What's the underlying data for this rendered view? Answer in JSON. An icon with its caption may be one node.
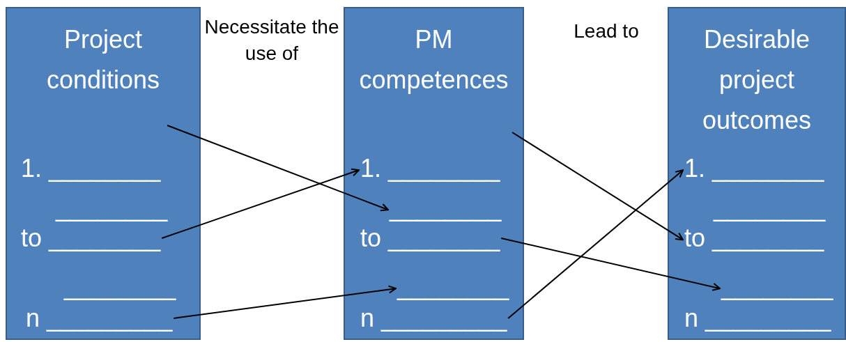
{
  "diagram": {
    "nodes": [
      {
        "text": [
          "Project conditions"
        ]
      },
      {
        "text": [
          "1. ________"
        ],
        "in": 0
      },
      {
        "text": [
          "________"
        ],
        "in": 0
      },
      {
        "text": [
          "to ________"
        ],
        "in": 0
      },
      {
        "text": [
          "________"
        ],
        "in": 0
      },
      {
        "text": [
          "n _________"
        ],
        "in": 0
      },
      {
        "text": [
          "PM competences"
        ]
      },
      {
        "text": [
          "1. ________"
        ],
        "in": 6
      },
      {
        "text": [
          "________"
        ],
        "in": 6
      },
      {
        "text": [
          "to ________"
        ],
        "in": 6
      },
      {
        "text": [
          "________"
        ],
        "in": 6
      },
      {
        "text": [
          "n _________"
        ],
        "in": 6
      },
      {
        "text": [
          "Desirable project outcomes"
        ]
      },
      {
        "text": [
          "1. ________"
        ],
        "in": 12
      },
      {
        "text": [
          "________"
        ],
        "in": 12
      },
      {
        "text": [
          "to ________"
        ],
        "in": 12
      },
      {
        "text": [
          "________"
        ],
        "in": 12
      },
      {
        "text": [
          "n _________"
        ],
        "in": 12
      }
    ],
    "edges": [
      {
        "from": null,
        "to": 8,
        "arrow": "to"
      },
      {
        "from": 3,
        "to": 7,
        "arrow": "to"
      },
      {
        "from": 5,
        "to": 10,
        "arrow": "to"
      },
      {
        "from": null,
        "to": 15,
        "arrow": "to"
      },
      {
        "from": 9,
        "to": 16,
        "arrow": "to"
      },
      {
        "from": 11,
        "to": 13,
        "arrow": "to"
      }
    ],
    "labels": [
      "Necessitate the use of",
      "Lead to"
    ]
  }
}
